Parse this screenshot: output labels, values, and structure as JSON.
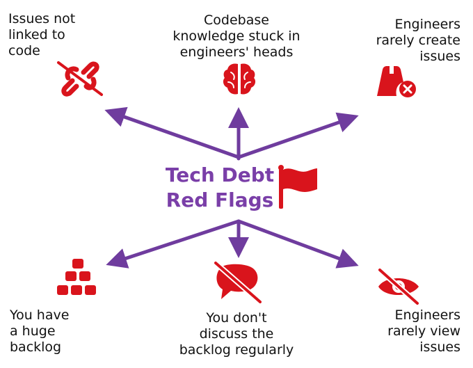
{
  "center": {
    "line1": "Tech Debt",
    "line2": "Red Flags"
  },
  "flags": [
    {
      "text": "Issues not\nlinked to\ncode",
      "icon": "broken-link-icon"
    },
    {
      "text": "Codebase\nknowledge stuck in\nengineers' heads",
      "icon": "brain-icon"
    },
    {
      "text": "Engineers\nrarely create\nissues",
      "icon": "issue-remove-icon"
    },
    {
      "text": "You have\na huge\nbacklog",
      "icon": "stacked-blocks-icon"
    },
    {
      "text": "You don't\ndiscuss the\nbacklog regularly",
      "icon": "no-discussion-icon"
    },
    {
      "text": "Engineers\nrarely view\nissues",
      "icon": "eye-slash-icon"
    }
  ],
  "colors": {
    "arrow": "#6f3c9e",
    "icon": "#d9141c",
    "title": "#7a3fa8"
  }
}
